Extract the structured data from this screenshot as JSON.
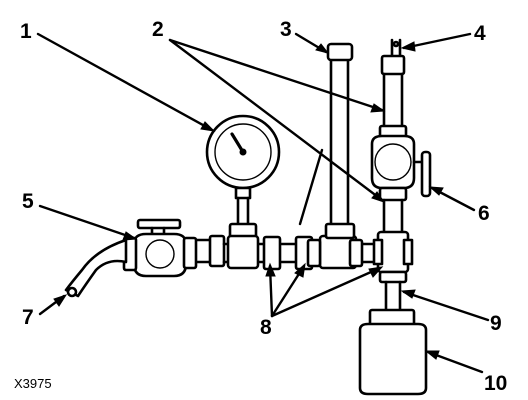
{
  "figure": {
    "id_text": "X3975"
  },
  "callouts": [
    {
      "label": "1"
    },
    {
      "label": "2"
    },
    {
      "label": "3"
    },
    {
      "label": "4"
    },
    {
      "label": "5"
    },
    {
      "label": "6"
    },
    {
      "label": "7"
    },
    {
      "label": "8"
    },
    {
      "label": "9"
    },
    {
      "label": "10"
    }
  ]
}
